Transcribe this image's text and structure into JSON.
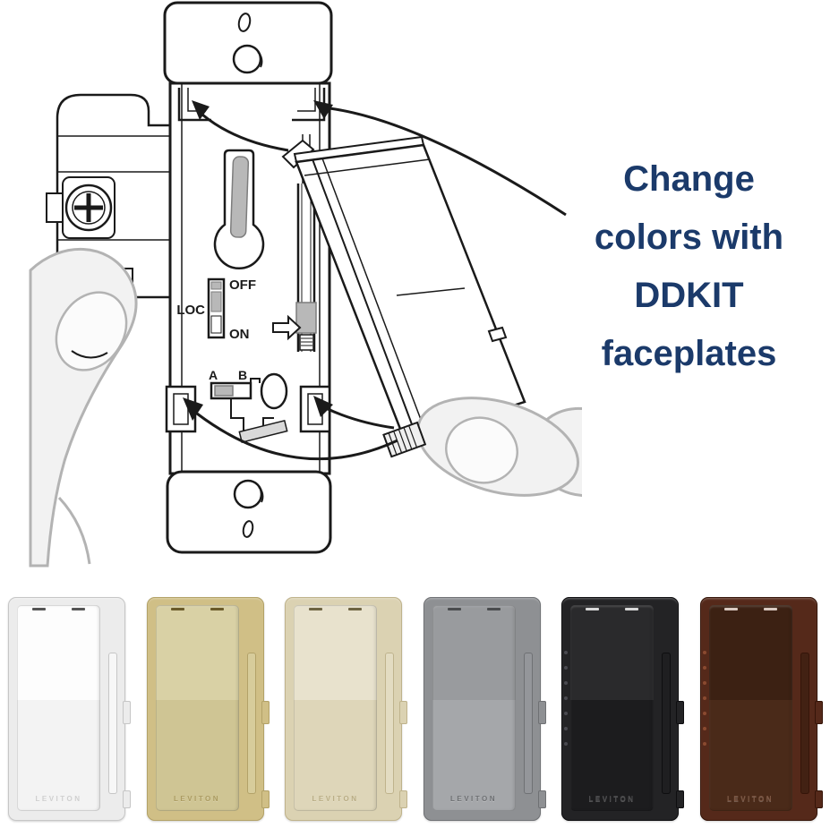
{
  "instruction": {
    "lines": [
      "Change",
      "colors with",
      "DDKIT",
      "faceplates"
    ],
    "color": "#1b3a6a"
  },
  "diagram": {
    "labels": {
      "off": "OFF",
      "loc": "LOC",
      "on": "ON",
      "a": "A",
      "b": "B"
    },
    "line_color": "#1a1a1a",
    "hand_color": "#b3b3b3",
    "accent_gray": "#b8b8b8"
  },
  "faceplates": {
    "items": [
      {
        "name": "white",
        "brand_label": "LEVITON",
        "frame": "#ececec",
        "edge": "#c6c6c6",
        "paddle_top": "#fdfdfd",
        "paddle_bottom": "#f3f3f3",
        "slider": "#f7f7f7",
        "brand": "#cfcfcf",
        "notch": "#555555",
        "led": "",
        "has_leds": false
      },
      {
        "name": "ivory",
        "brand_label": "LEVITON",
        "frame": "#d0bf86",
        "edge": "#b3a268",
        "paddle_top": "#d9d1a5",
        "paddle_bottom": "#cfc594",
        "slider": "#d7cc9b",
        "brand": "#ab9b61",
        "notch": "#6b5b2a",
        "led": "",
        "has_leds": false
      },
      {
        "name": "light-almond",
        "brand_label": "LEVITON",
        "frame": "#dbd2b2",
        "edge": "#bfb38c",
        "paddle_top": "#e8e2cd",
        "paddle_bottom": "#ded6b9",
        "slider": "#e3dcc2",
        "brand": "#b9ad85",
        "notch": "#6e6442",
        "led": "",
        "has_leds": false
      },
      {
        "name": "gray",
        "brand_label": "LEVITON",
        "frame": "#8e9093",
        "edge": "#6f7174",
        "paddle_top": "#999b9e",
        "paddle_bottom": "#a5a7aa",
        "slider": "#94969a",
        "brand": "#6e7073",
        "notch": "#4a4c4e",
        "led": "",
        "has_leds": false
      },
      {
        "name": "black",
        "brand_label": "LEVITON",
        "frame": "#232325",
        "edge": "#0e0e10",
        "paddle_top": "#2a2a2c",
        "paddle_bottom": "#1c1c1e",
        "slider": "#1f1f21",
        "brand": "#4a4a4c",
        "notch": "#d9d9d9",
        "led": "#4a4a50",
        "has_leds": true
      },
      {
        "name": "brown",
        "brand_label": "LEVITON",
        "frame": "#55291a",
        "edge": "#351509",
        "paddle_top": "#3c2113",
        "paddle_bottom": "#4a2a19",
        "slider": "#422113",
        "brand": "#7c5642",
        "notch": "#d9c9c0",
        "led": "#8a4a30",
        "has_leds": true
      }
    ]
  }
}
